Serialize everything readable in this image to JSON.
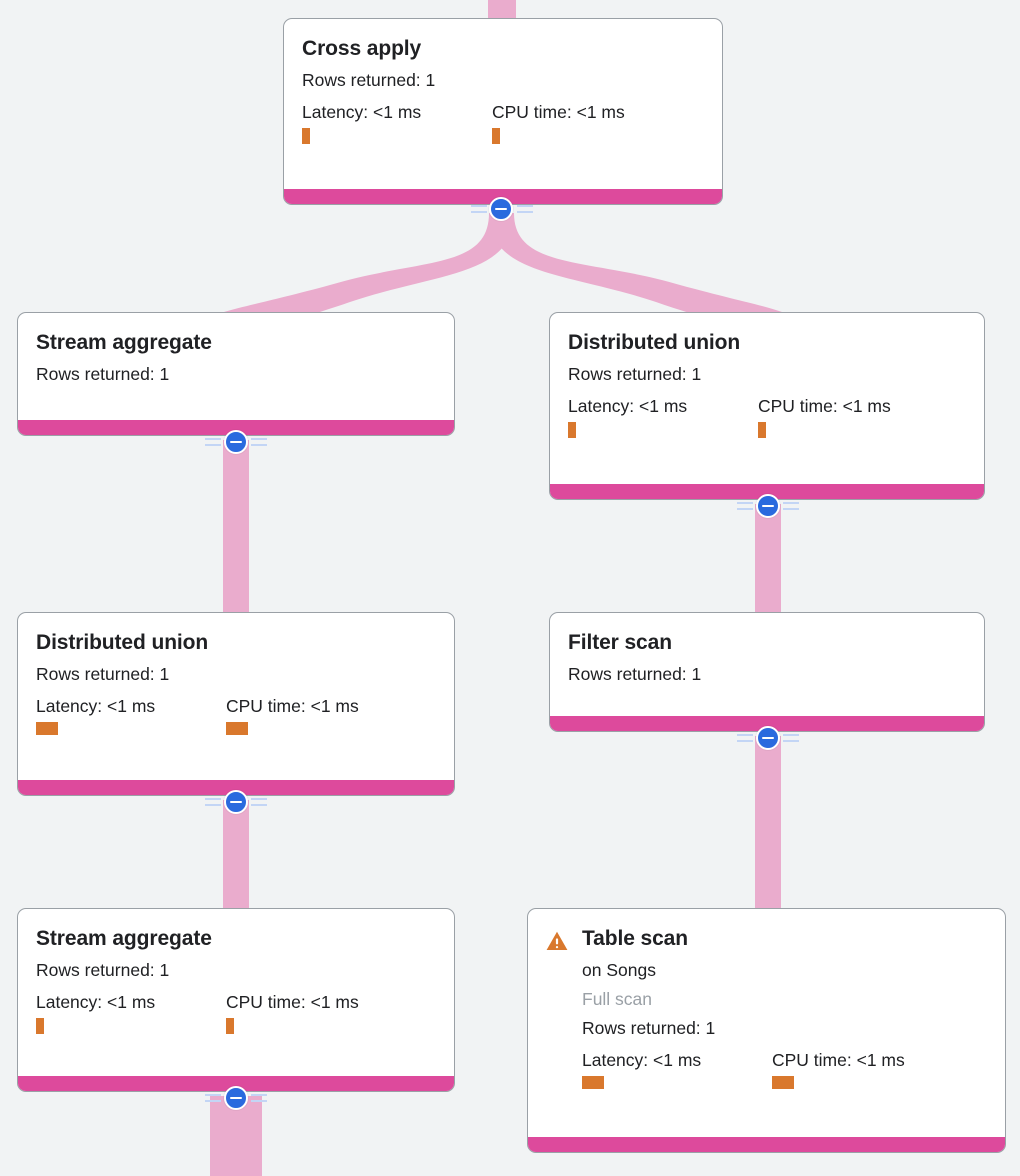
{
  "canvas": {
    "background": "#f1f3f4",
    "accent_footer": "#dd4a9c",
    "edge_color": "#eaaccd",
    "metric_bar_color": "#d9782d",
    "toggle_color": "#2a6ade",
    "warning_color": "#d9782d"
  },
  "labels": {
    "rows_returned_prefix": "Rows returned:",
    "latency_prefix": "Latency:",
    "cpu_prefix": "CPU time:",
    "collapse_icon": "minus-circle-icon",
    "warning_icon": "warning-triangle-icon"
  },
  "nodes": [
    {
      "id": "cross-apply",
      "title": "Cross apply",
      "rows": "Rows returned: 1",
      "latency": "Latency: <1 ms",
      "cpu": "CPU time: <1 ms",
      "has_metrics": true,
      "bar_size": "narrow",
      "warning": false,
      "subtitle": null,
      "scan_type": null
    },
    {
      "id": "stream-aggregate-top",
      "title": "Stream aggregate",
      "rows": "Rows returned: 1",
      "latency": null,
      "cpu": null,
      "has_metrics": false,
      "bar_size": null,
      "warning": false,
      "subtitle": null,
      "scan_type": null
    },
    {
      "id": "distributed-union-right",
      "title": "Distributed union",
      "rows": "Rows returned: 1",
      "latency": "Latency: <1 ms",
      "cpu": "CPU time: <1 ms",
      "has_metrics": true,
      "bar_size": "narrow",
      "warning": false,
      "subtitle": null,
      "scan_type": null
    },
    {
      "id": "distributed-union-left",
      "title": "Distributed union",
      "rows": "Rows returned: 1",
      "latency": "Latency: <1 ms",
      "cpu": "CPU time: <1 ms",
      "has_metrics": true,
      "bar_size": "wide",
      "warning": false,
      "subtitle": null,
      "scan_type": null
    },
    {
      "id": "filter-scan",
      "title": "Filter scan",
      "rows": "Rows returned: 1",
      "latency": null,
      "cpu": null,
      "has_metrics": false,
      "bar_size": null,
      "warning": false,
      "subtitle": null,
      "scan_type": null
    },
    {
      "id": "stream-aggregate-bottom",
      "title": "Stream aggregate",
      "rows": "Rows returned: 1",
      "latency": "Latency: <1 ms",
      "cpu": "CPU time: <1 ms",
      "has_metrics": true,
      "bar_size": "narrow",
      "warning": false,
      "subtitle": null,
      "scan_type": null
    },
    {
      "id": "table-scan",
      "title": "Table scan",
      "subtitle": "on Songs",
      "scan_type": "Full scan",
      "rows": "Rows returned: 1",
      "latency": "Latency: <1 ms",
      "cpu": "CPU time: <1 ms",
      "has_metrics": true,
      "bar_size": "wide",
      "warning": true
    }
  ]
}
